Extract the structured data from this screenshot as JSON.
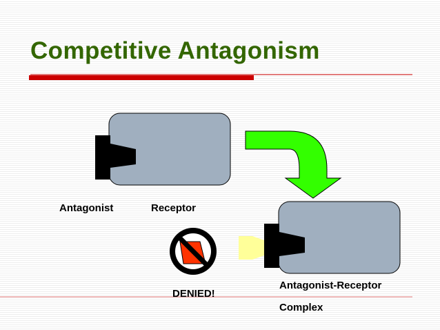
{
  "slide": {
    "title": "Competitive Antagonism"
  },
  "labels": {
    "antagonist": "Antagonist",
    "receptor": "Receptor",
    "denied": "DENIED!",
    "complex_line1": "Antagonist-Receptor",
    "complex_line2": "Complex"
  },
  "colors": {
    "title": "#336600",
    "accent_bar": "#cc0000",
    "receptor_fill": "#a0afbf",
    "arrow_green": "#33ff00",
    "ligand_yellow": "#ffff99",
    "no_symbol_red": "#ff3300"
  },
  "icons": {
    "curved_arrow": "green-curved-arrow-icon",
    "no_symbol": "prohibited-icon"
  }
}
